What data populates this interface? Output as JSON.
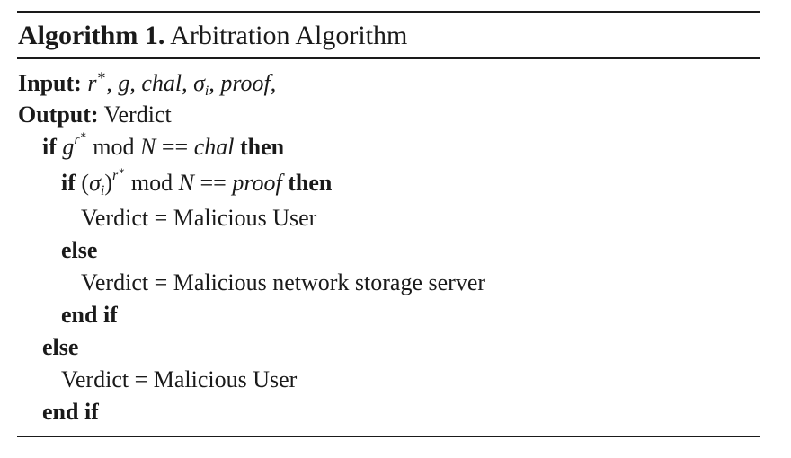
{
  "algorithm": {
    "label": "Algorithm 1.",
    "title": "Arbitration Algorithm"
  },
  "lines": {
    "input_kw": "Input:",
    "input_vars": "r*, g, chal, σi, proof,",
    "output_kw": "Output:",
    "output_val": "Verdict",
    "if1_kw": "if",
    "if1_cond": "g^(r*) mod N == chal",
    "if1_then": "then",
    "if2_kw": "if",
    "if2_cond": "(σi)^(r*) mod N == proof",
    "if2_then": "then",
    "verdict1": "Verdict = Malicious User",
    "else1": "else",
    "verdict2": "Verdict = Malicious network storage server",
    "endif1": "end if",
    "else2": "else",
    "verdict3": "Verdict = Malicious User",
    "endif2": "end if"
  }
}
